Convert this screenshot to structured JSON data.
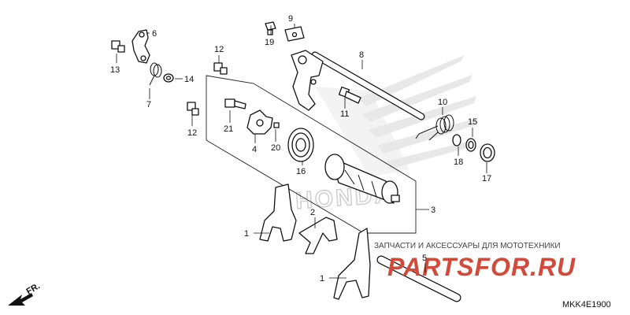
{
  "watermark": {
    "tagline": "ЗАПЧАСТИ И АКСЕССУАРЫ ДЛЯ МОТОТЕХНИКИ",
    "brand": "PARTSFOR.RU",
    "logo_text": "HONDA"
  },
  "diagram_code": "MKK4E1900",
  "direction_label": "FR.",
  "callouts": [
    {
      "n": "1"
    },
    {
      "n": "1"
    },
    {
      "n": "2"
    },
    {
      "n": "3"
    },
    {
      "n": "4"
    },
    {
      "n": "5"
    },
    {
      "n": "6"
    },
    {
      "n": "7"
    },
    {
      "n": "8"
    },
    {
      "n": "9"
    },
    {
      "n": "10"
    },
    {
      "n": "11"
    },
    {
      "n": "12"
    },
    {
      "n": "12"
    },
    {
      "n": "13"
    },
    {
      "n": "14"
    },
    {
      "n": "15"
    },
    {
      "n": "16"
    },
    {
      "n": "17"
    },
    {
      "n": "18"
    },
    {
      "n": "19"
    },
    {
      "n": "20"
    },
    {
      "n": "21"
    }
  ]
}
